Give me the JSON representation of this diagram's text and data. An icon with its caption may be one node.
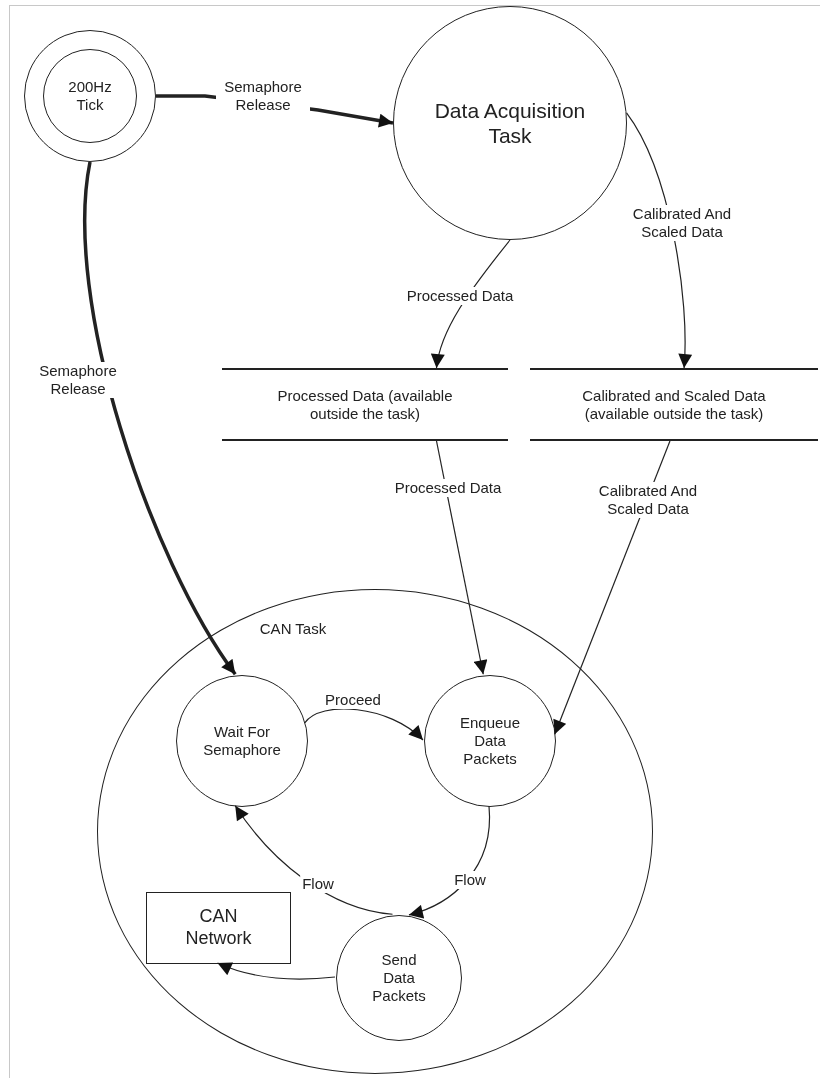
{
  "diagram": {
    "nodes": [
      {
        "text": [
          "200Hz Tick"
        ]
      },
      {
        "text": [
          "Data Acquisition Task"
        ]
      },
      {
        "text": [
          "Processed Data (available outside the task)"
        ]
      },
      {
        "text": [
          "Calibrated and Scaled Data (available outside the task)"
        ]
      },
      {
        "text": [
          "CAN Task"
        ]
      },
      {
        "text": [
          "Wait For Semaphore"
        ],
        "in": 4
      },
      {
        "text": [
          "Enqueue Data Packets"
        ],
        "in": 4
      },
      {
        "text": [
          "CAN Network"
        ],
        "in": 4
      },
      {
        "text": [
          "Send Data Packets"
        ],
        "in": 4
      }
    ],
    "edges": [
      {
        "from": 0,
        "to": 1,
        "arrow": "to",
        "label": "Semaphore Release",
        "style": "thick"
      },
      {
        "from": 0,
        "to": 5,
        "arrow": "to",
        "label": "Semaphore Release",
        "style": "thick"
      },
      {
        "from": 1,
        "to": 2,
        "arrow": "to",
        "label": "Processed Data"
      },
      {
        "from": 1,
        "to": 3,
        "arrow": "to",
        "label": "Calibrated And Scaled Data"
      },
      {
        "from": 2,
        "to": 6,
        "arrow": "to",
        "label": "Processed Data"
      },
      {
        "from": 3,
        "to": 6,
        "arrow": "to",
        "label": "Calibrated And Scaled Data"
      },
      {
        "from": 5,
        "to": 6,
        "arrow": "to",
        "label": "Proceed"
      },
      {
        "from": 6,
        "to": 8,
        "arrow": "to",
        "label": "Flow"
      },
      {
        "from": 8,
        "to": 5,
        "arrow": "to",
        "label": "Flow"
      },
      {
        "from": 8,
        "to": 7,
        "arrow": "to"
      }
    ]
  }
}
